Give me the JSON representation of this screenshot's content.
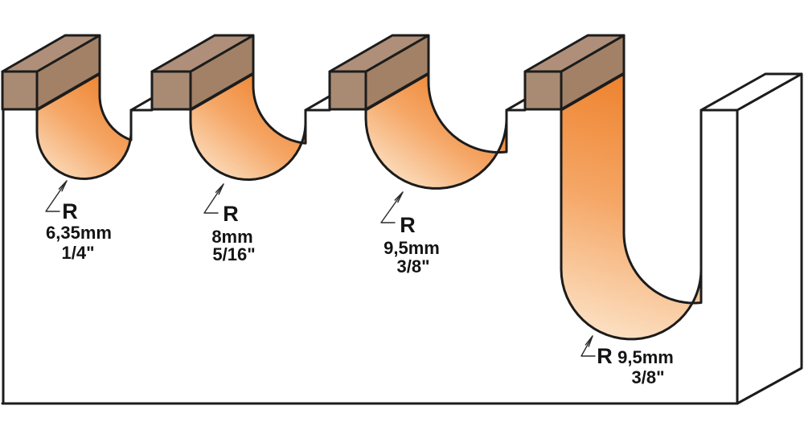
{
  "diagram": {
    "type": "router-bit-radius-profile-diagram",
    "grooves": [
      {
        "name": "groove-1",
        "radius_symbol": "R",
        "size_mm": "6,35mm",
        "size_inch": "1/4\""
      },
      {
        "name": "groove-2",
        "radius_symbol": "R",
        "size_mm": "8mm",
        "size_inch": "5/16\""
      },
      {
        "name": "groove-3",
        "radius_symbol": "R",
        "size_mm": "9,5mm",
        "size_inch": "3/8\""
      },
      {
        "name": "groove-4",
        "radius_symbol": "R",
        "size_mm": "9,5mm",
        "size_inch": "3/8\""
      }
    ]
  },
  "colors": {
    "background": "#ffffff",
    "outline": "#1c1c1c",
    "leader": "#2a2a2a",
    "text": "#141414",
    "bar_front": "#a98b74",
    "bar_top": "#af8f79",
    "bar_side": "#a28166",
    "orange_dark": "#ed7f28",
    "orange_mid": "#f5a767",
    "orange_light": "#fce4c9"
  }
}
